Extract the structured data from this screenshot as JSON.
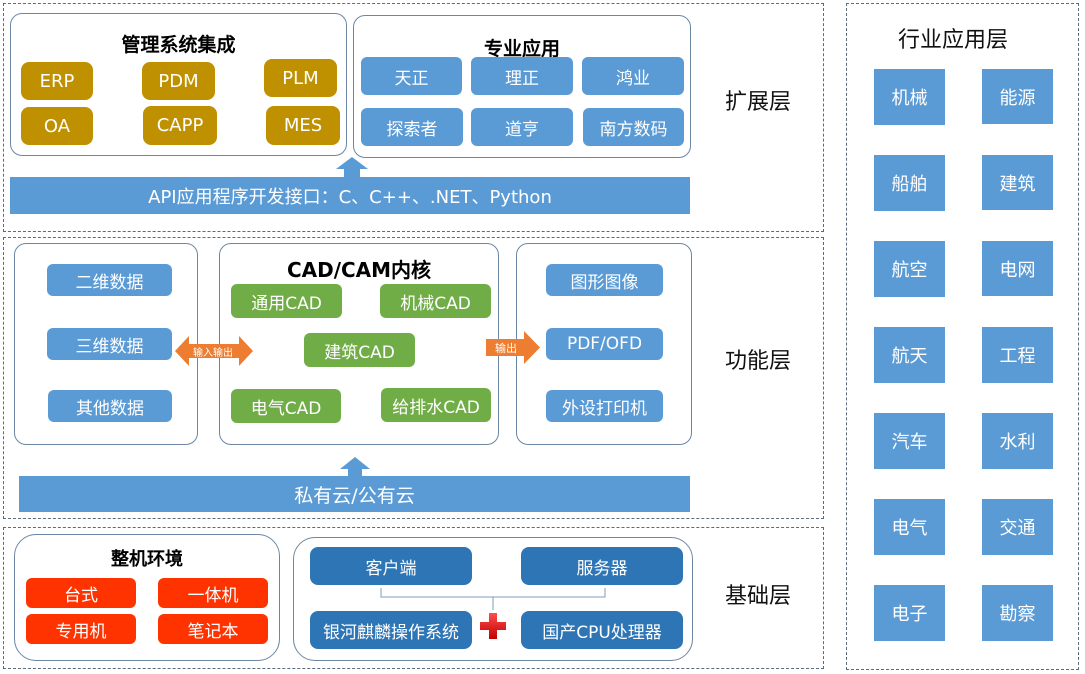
{
  "extension_layer": {
    "label": "扩展层",
    "management": {
      "title": "管理系统集成",
      "items": [
        "ERP",
        "PDM",
        "PLM",
        "OA",
        "CAPP",
        "MES"
      ]
    },
    "professional": {
      "title": "专业应用",
      "items": [
        "天正",
        "理正",
        "鸿业",
        "探索者",
        "道亨",
        "南方数码"
      ]
    },
    "api_bar": "API应用程序开发接口：C、C++、.NET、Python"
  },
  "function_layer": {
    "label": "功能层",
    "data_panel": {
      "items": [
        "二维数据",
        "三维数据",
        "其他数据"
      ]
    },
    "io_arrow_label": "输入输出",
    "kernel": {
      "title": "CAD/CAM内核",
      "items": [
        "通用CAD",
        "机械CAD",
        "建筑CAD",
        "电气CAD",
        "给排水CAD"
      ]
    },
    "output_arrow_label": "输出",
    "output_panel": {
      "items": [
        "图形图像",
        "PDF/OFD",
        "外设打印机"
      ]
    },
    "cloud_bar": "私有云/公有云"
  },
  "base_layer": {
    "label": "基础层",
    "machine_env": {
      "title": "整机环境",
      "items": [
        "台式",
        "一体机",
        "专用机",
        "笔记本"
      ]
    },
    "platform": {
      "client": "客户端",
      "server": "服务器",
      "os": "银河麒麟操作系统",
      "cpu": "国产CPU处理器",
      "plus_icon": "plus-icon"
    }
  },
  "industry_layer": {
    "label": "行业应用层",
    "items": [
      "机械",
      "能源",
      "船舶",
      "建筑",
      "航空",
      "电网",
      "航天",
      "工程",
      "汽车",
      "水利",
      "电气",
      "交通",
      "电子",
      "勘察"
    ]
  },
  "colors": {
    "gold": "#bf9000",
    "blue": "#5b9bd5",
    "green": "#70ad47",
    "red": "#ff3300",
    "navy": "#2e75b6",
    "orange": "#ed7d31"
  }
}
